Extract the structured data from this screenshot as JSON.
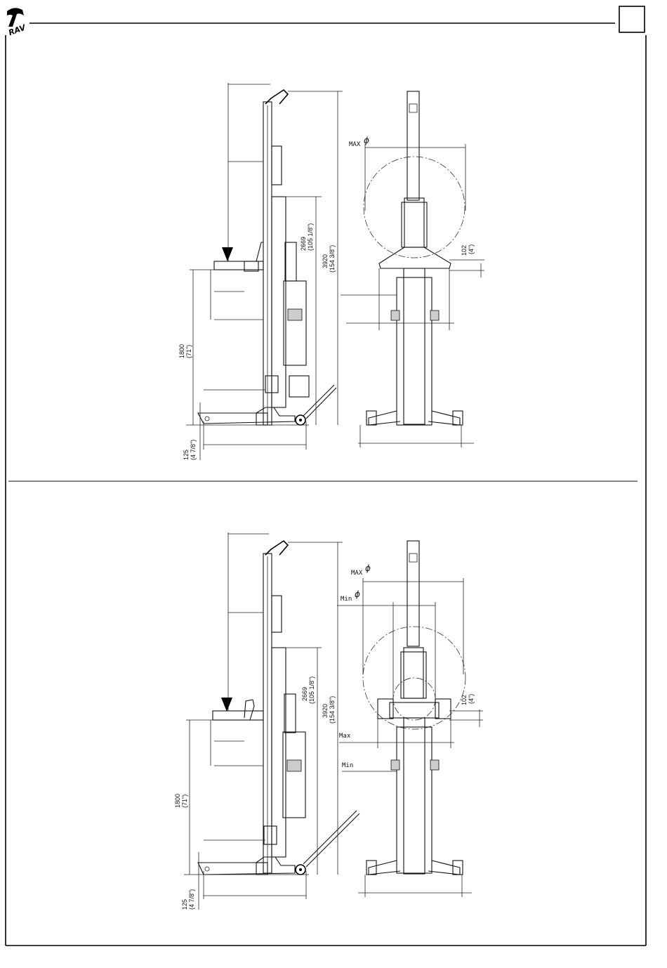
{
  "header": {
    "logo_icon": "company-logo-icon",
    "page_box": ""
  },
  "top_drawing": {
    "side_view": {
      "dim_height_lift": "1800",
      "dim_height_lift_in": "(71\")",
      "dim_base": "125",
      "dim_base_in": "(4 7/8\")",
      "dim_column": "2669",
      "dim_column_in": "(105 1/8\")",
      "dim_total": "3920",
      "dim_total_in": "(154 3/8\")"
    },
    "front_view": {
      "max_label": "MAX",
      "diameter_symbol": "ϕ",
      "dim_offset": "102",
      "dim_offset_in": "(4\")"
    }
  },
  "bottom_drawing": {
    "side_view": {
      "dim_height_lift": "1800",
      "dim_height_lift_in": "(71\")",
      "dim_base": "125",
      "dim_base_in": "(4 7/8\")",
      "dim_column": "2669",
      "dim_column_in": "(105 1/8\")",
      "dim_total": "3920",
      "dim_total_in": "(154 3/8\")"
    },
    "front_view": {
      "max_label": "MAX",
      "min_label": "Min",
      "diameter_symbol": "ϕ",
      "dim_offset": "102",
      "dim_offset_in": "(4\")",
      "max_width_label": "Max",
      "min_width_label": "Min"
    }
  }
}
